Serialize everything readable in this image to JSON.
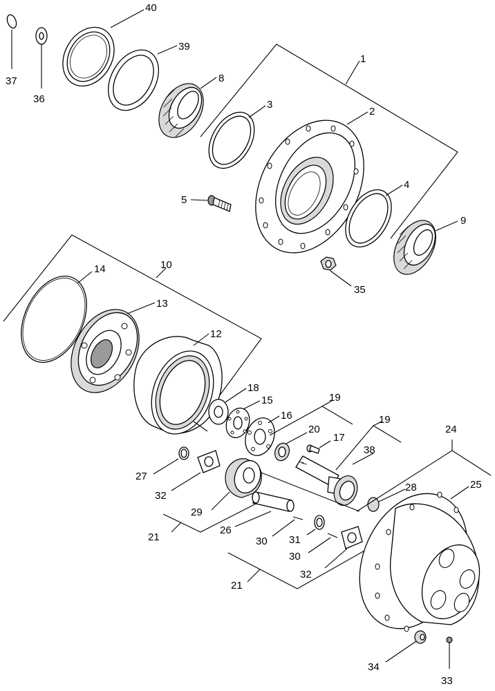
{
  "callouts": {
    "c37": "37",
    "c36": "36",
    "c40": "40",
    "c39": "39",
    "c8": "8",
    "c1": "1",
    "c3": "3",
    "c2": "2",
    "c5": "5",
    "c4": "4",
    "c9": "9",
    "c35": "35",
    "c10": "10",
    "c14": "14",
    "c13": "13",
    "c12": "12",
    "c18": "18",
    "c15": "15",
    "c19a": "19",
    "c16": "16",
    "c20": "20",
    "c17": "17",
    "c19b": "19",
    "c38": "38",
    "c24": "24",
    "c25": "25",
    "c27": "27",
    "c32a": "32",
    "c29": "29",
    "c28": "28",
    "c21a": "21",
    "c26": "26",
    "c30a": "30",
    "c31": "31",
    "c30b": "30",
    "c32b": "32",
    "c21b": "21",
    "c34": "34",
    "c33": "33"
  }
}
